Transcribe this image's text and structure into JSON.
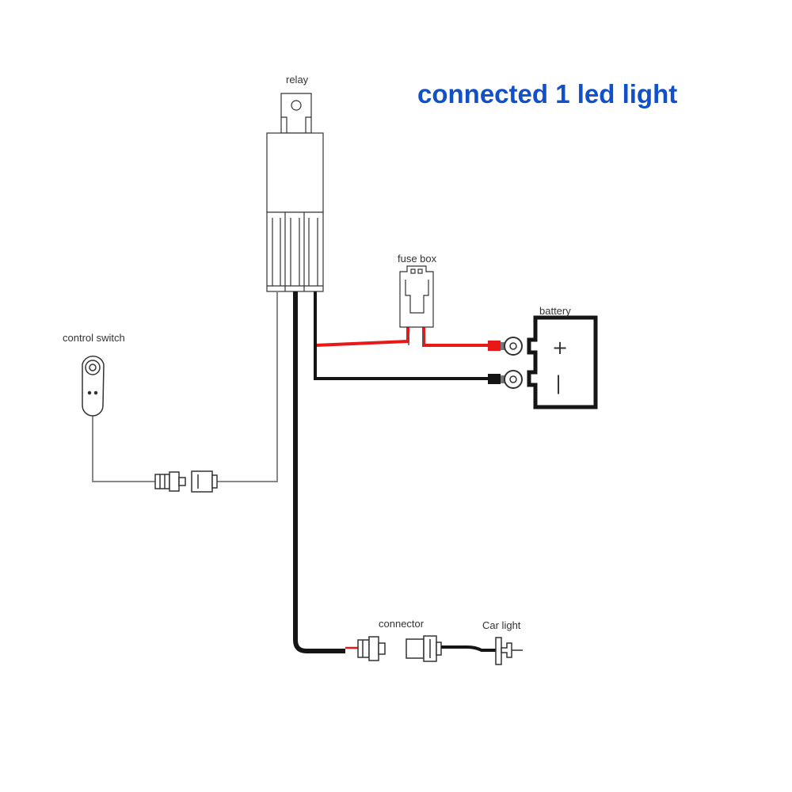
{
  "title": "connected 1 led light",
  "labels": {
    "relay": "relay",
    "fuse_box": "fuse box",
    "battery": "battery",
    "control_switch": "control switch",
    "connector": "connector",
    "car_light": "Car light"
  },
  "battery_symbols": {
    "positive": "+",
    "negative": "|"
  },
  "colors": {
    "title": "#1050C8",
    "red_wire": "#E81818",
    "black_wire": "#151515",
    "outline": "#333333"
  }
}
